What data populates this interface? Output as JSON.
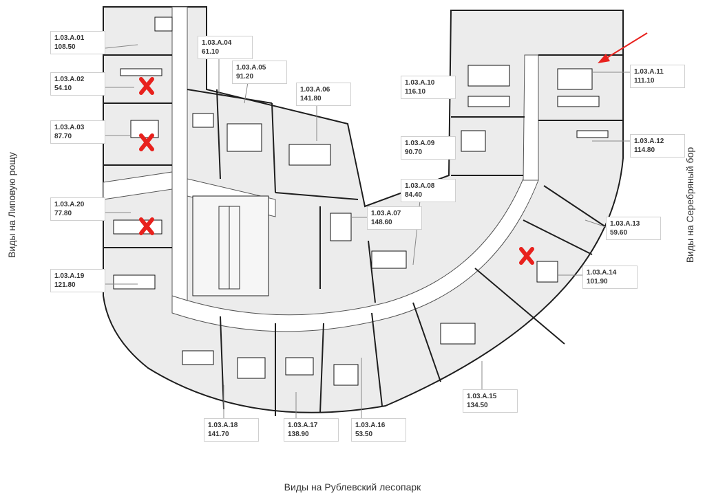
{
  "views": {
    "left": "Виды на Липовую рощу",
    "right": "Виды на Серебряный бор",
    "bottom": "Виды на Рублевский лесопарк"
  },
  "colors": {
    "mark": "#e8211d",
    "floor": "#ececec",
    "wall": "#1e1e1e"
  },
  "units": [
    {
      "id": "1.03.A.01",
      "area": "108.50",
      "unavailable": false
    },
    {
      "id": "1.03.A.02",
      "area": "54.10",
      "unavailable": true
    },
    {
      "id": "1.03.A.03",
      "area": "87.70",
      "unavailable": true
    },
    {
      "id": "1.03.A.04",
      "area": "61.10",
      "unavailable": false
    },
    {
      "id": "1.03.A.05",
      "area": "91.20",
      "unavailable": false
    },
    {
      "id": "1.03.A.06",
      "area": "141.80",
      "unavailable": false
    },
    {
      "id": "1.03.A.07",
      "area": "148.60",
      "unavailable": false
    },
    {
      "id": "1.03.A.08",
      "area": "84.40",
      "unavailable": false
    },
    {
      "id": "1.03.A.09",
      "area": "90.70",
      "unavailable": false
    },
    {
      "id": "1.03.A.10",
      "area": "116.10",
      "unavailable": false
    },
    {
      "id": "1.03.A.11",
      "area": "111.10",
      "unavailable": false
    },
    {
      "id": "1.03.A.12",
      "area": "114.80",
      "unavailable": false
    },
    {
      "id": "1.03.A.13",
      "area": "59.60",
      "unavailable": false
    },
    {
      "id": "1.03.A.14",
      "area": "101.90",
      "unavailable": true
    },
    {
      "id": "1.03.A.15",
      "area": "134.50",
      "unavailable": false
    },
    {
      "id": "1.03.A.16",
      "area": "53.50",
      "unavailable": false
    },
    {
      "id": "1.03.A.17",
      "area": "138.90",
      "unavailable": false
    },
    {
      "id": "1.03.A.18",
      "area": "141.70",
      "unavailable": false
    },
    {
      "id": "1.03.A.19",
      "area": "121.80",
      "unavailable": false
    },
    {
      "id": "1.03.A.20",
      "area": "77.80",
      "unavailable": true
    }
  ]
}
